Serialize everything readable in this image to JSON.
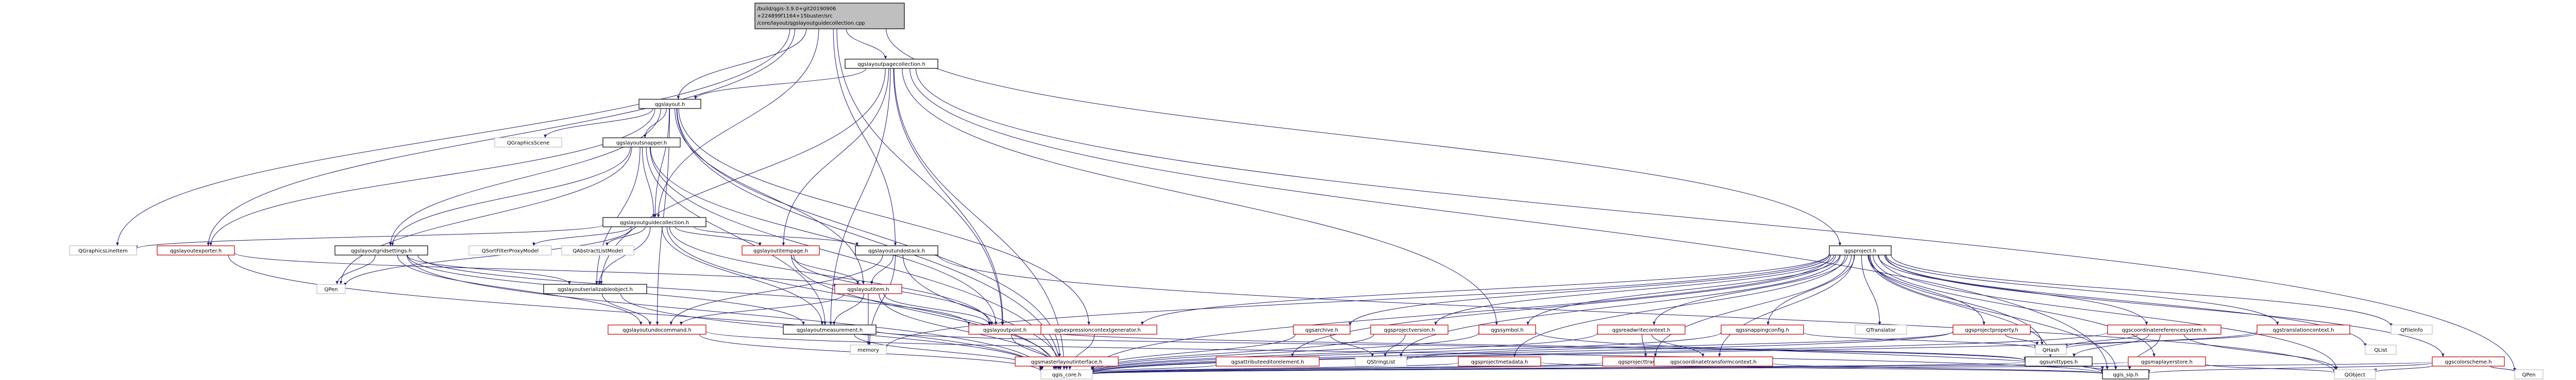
{
  "root": {
    "id": "root",
    "lines": [
      "/build/qgis-3.9.0+git20190906",
      "+224899f1164+15buster/src",
      "/core/layout/qgslayoutguidecollection.cpp"
    ]
  },
  "nodes": [
    {
      "id": "pagecollection",
      "label": "qgslayoutpagecollection.h",
      "style": "black"
    },
    {
      "id": "layout_h",
      "label": "qgslayout.h",
      "style": "black"
    },
    {
      "id": "project_h",
      "label": "qgsproject.h",
      "style": "black"
    },
    {
      "id": "qgraphicsscene",
      "label": "QGraphicsScene",
      "style": "grey"
    },
    {
      "id": "snapper",
      "label": "qgslayoutsnapper.h",
      "style": "black"
    },
    {
      "id": "guidecoll",
      "label": "qgslayoutguidecollection.h",
      "style": "black"
    },
    {
      "id": "gridsettings",
      "label": "qgslayoutgridsettings.h",
      "style": "black"
    },
    {
      "id": "exporter",
      "label": "qgslayoutexporter.h",
      "style": "red"
    },
    {
      "id": "qgraphicslineitem",
      "label": "QGraphicsLineItem",
      "style": "grey"
    },
    {
      "id": "sortfilter",
      "label": "QSortFilterProxyModel",
      "style": "grey"
    },
    {
      "id": "abstractlist",
      "label": "QAbstractListModel",
      "style": "grey"
    },
    {
      "id": "itempage",
      "label": "qgslayoutitempage.h",
      "style": "red"
    },
    {
      "id": "undostack",
      "label": "qgslayoutundostack.h",
      "style": "black"
    },
    {
      "id": "qpen",
      "label": "QPen",
      "style": "grey"
    },
    {
      "id": "serializable",
      "label": "qgslayoutserializableobject.h",
      "style": "black"
    },
    {
      "id": "layoutitem",
      "label": "qgslayoutitem.h",
      "style": "red"
    },
    {
      "id": "exprgen",
      "label": "qgsexpressioncontextgenerator.h",
      "style": "red"
    },
    {
      "id": "undocommand",
      "label": "qgslayoutundocommand.h",
      "style": "red"
    },
    {
      "id": "measurement",
      "label": "qgslayoutmeasurement.h",
      "style": "black"
    },
    {
      "id": "layoutpoint",
      "label": "qgslayoutpoint.h",
      "style": "red"
    },
    {
      "id": "masterlayout",
      "label": "qgsmasterlayoutinterface.h",
      "style": "red"
    },
    {
      "id": "memory",
      "label": "memory",
      "style": "grey"
    },
    {
      "id": "archive",
      "label": "qgsarchive.h",
      "style": "red"
    },
    {
      "id": "attreditor",
      "label": "qgsattributeeditorelement.h",
      "style": "red"
    },
    {
      "id": "projectversion",
      "label": "qgsprojectversion.h",
      "style": "red"
    },
    {
      "id": "qstringlist",
      "label": "QStringList",
      "style": "grey"
    },
    {
      "id": "symbol",
      "label": "qgssymbol.h",
      "style": "red"
    },
    {
      "id": "projmetadata",
      "label": "qgsprojectmetadata.h",
      "style": "red"
    },
    {
      "id": "readwritectx",
      "label": "qgsreadwritecontext.h",
      "style": "red"
    },
    {
      "id": "projtranslator",
      "label": "qgsprojecttranslator.h",
      "style": "red"
    },
    {
      "id": "snappingconfig",
      "label": "qgssnappingconfig.h",
      "style": "red"
    },
    {
      "id": "coordxform",
      "label": "qgscoordinatetransformcontext.h",
      "style": "red"
    },
    {
      "id": "qtranslator",
      "label": "QTranslator",
      "style": "grey"
    },
    {
      "id": "projproperty",
      "label": "qgsprojectproperty.h",
      "style": "red"
    },
    {
      "id": "crs",
      "label": "qgscoordinatereferencesystem.h",
      "style": "red"
    },
    {
      "id": "unittypes",
      "label": "qgsunittypes.h",
      "style": "black"
    },
    {
      "id": "maplayerstore",
      "label": "qgsmaplayerstore.h",
      "style": "red"
    },
    {
      "id": "translationctx",
      "label": "qgstranslationcontext.h",
      "style": "red"
    },
    {
      "id": "qhash",
      "label": "QHash",
      "style": "grey"
    },
    {
      "id": "qfileinfo",
      "label": "QFileInfo",
      "style": "grey"
    },
    {
      "id": "qlist",
      "label": "QList",
      "style": "grey"
    },
    {
      "id": "colorscheme",
      "label": "qgscolorscheme.h",
      "style": "red"
    },
    {
      "id": "qgis_core",
      "label": "qgis_core.h",
      "style": "grey"
    },
    {
      "id": "qgis_sip",
      "label": "qgis_sip.h",
      "style": "black"
    },
    {
      "id": "qobject",
      "label": "QObject",
      "style": "grey"
    },
    {
      "id": "qpen2",
      "label": "QPen",
      "style": "grey"
    }
  ]
}
